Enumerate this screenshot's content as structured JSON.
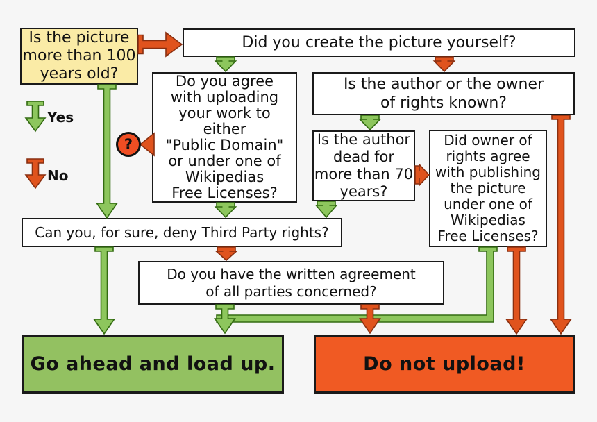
{
  "palette": {
    "background": "#f6f6f6",
    "box_border": "#1a1a1a",
    "yes_green": "#8dc65d",
    "yes_green_dark": "#336b12",
    "no_orange": "#e0531d",
    "no_orange_dark": "#892f10",
    "go_box_fill": "#93c161",
    "stop_box_fill": "#f05a23",
    "age_box_fill": "#faeba6",
    "help_fill": "#f04e23"
  },
  "nodes": {
    "age": "Is the picture\nmore than 100\nyears old?",
    "create": "Did you create the picture yourself?",
    "agree": "Do you agree\nwith uploading\nyour work to\neither\n\"Public Domain\"\nor under one of\nWikipedias\nFree Licenses?",
    "known": "Is the author or the owner\nof rights known?",
    "dead": "Is the author\ndead for\nmore than 70\nyears?",
    "owner": "Did owner of\nrights agree\nwith publishing\nthe picture\nunder one of\nWikipedias\nFree Licenses?",
    "third": "Can you, for sure, deny Third Party rights?",
    "written": "Do you have the written agreement\nof all parties concerned?",
    "go": "Go ahead and load up.",
    "stop": "Do not upload!",
    "help": "?"
  },
  "legend": {
    "items": [
      {
        "id": "legend-yes",
        "label": "Yes",
        "answer": "yes"
      },
      {
        "id": "legend-no",
        "label": "No",
        "answer": "no"
      }
    ]
  },
  "edges": [
    {
      "id": "age-yes-third",
      "from": "age",
      "to": "third",
      "answer": "yes"
    },
    {
      "id": "third-yes-go",
      "from": "third",
      "to": "go",
      "answer": "yes"
    },
    {
      "id": "owner-yes-go",
      "from": "owner",
      "to": "go",
      "answer": "yes"
    },
    {
      "id": "written-yes-go",
      "from": "written",
      "to": "go",
      "answer": "yes"
    },
    {
      "id": "agree-yes-third",
      "from": "agree",
      "to": "third",
      "answer": "yes"
    },
    {
      "id": "create-yes-agree",
      "from": "create",
      "to": "agree",
      "answer": "yes"
    },
    {
      "id": "known-yes-dead",
      "from": "known",
      "to": "dead",
      "answer": "yes"
    },
    {
      "id": "dead-yes-third",
      "from": "dead",
      "to": "third",
      "answer": "yes"
    },
    {
      "id": "age-no-create",
      "from": "age",
      "to": "create",
      "answer": "no"
    },
    {
      "id": "create-no-known",
      "from": "create",
      "to": "known",
      "answer": "no"
    },
    {
      "id": "known-no-stop",
      "from": "known",
      "to": "stop",
      "answer": "no"
    },
    {
      "id": "dead-no-owner",
      "from": "dead",
      "to": "owner",
      "answer": "no"
    },
    {
      "id": "owner-no-stop",
      "from": "owner",
      "to": "stop",
      "answer": "no"
    },
    {
      "id": "third-no-written",
      "from": "third",
      "to": "written",
      "answer": "no"
    },
    {
      "id": "written-no-stop",
      "from": "written",
      "to": "stop",
      "answer": "no"
    },
    {
      "id": "agree-help",
      "from": "agree",
      "to": "help",
      "answer": "help"
    }
  ]
}
